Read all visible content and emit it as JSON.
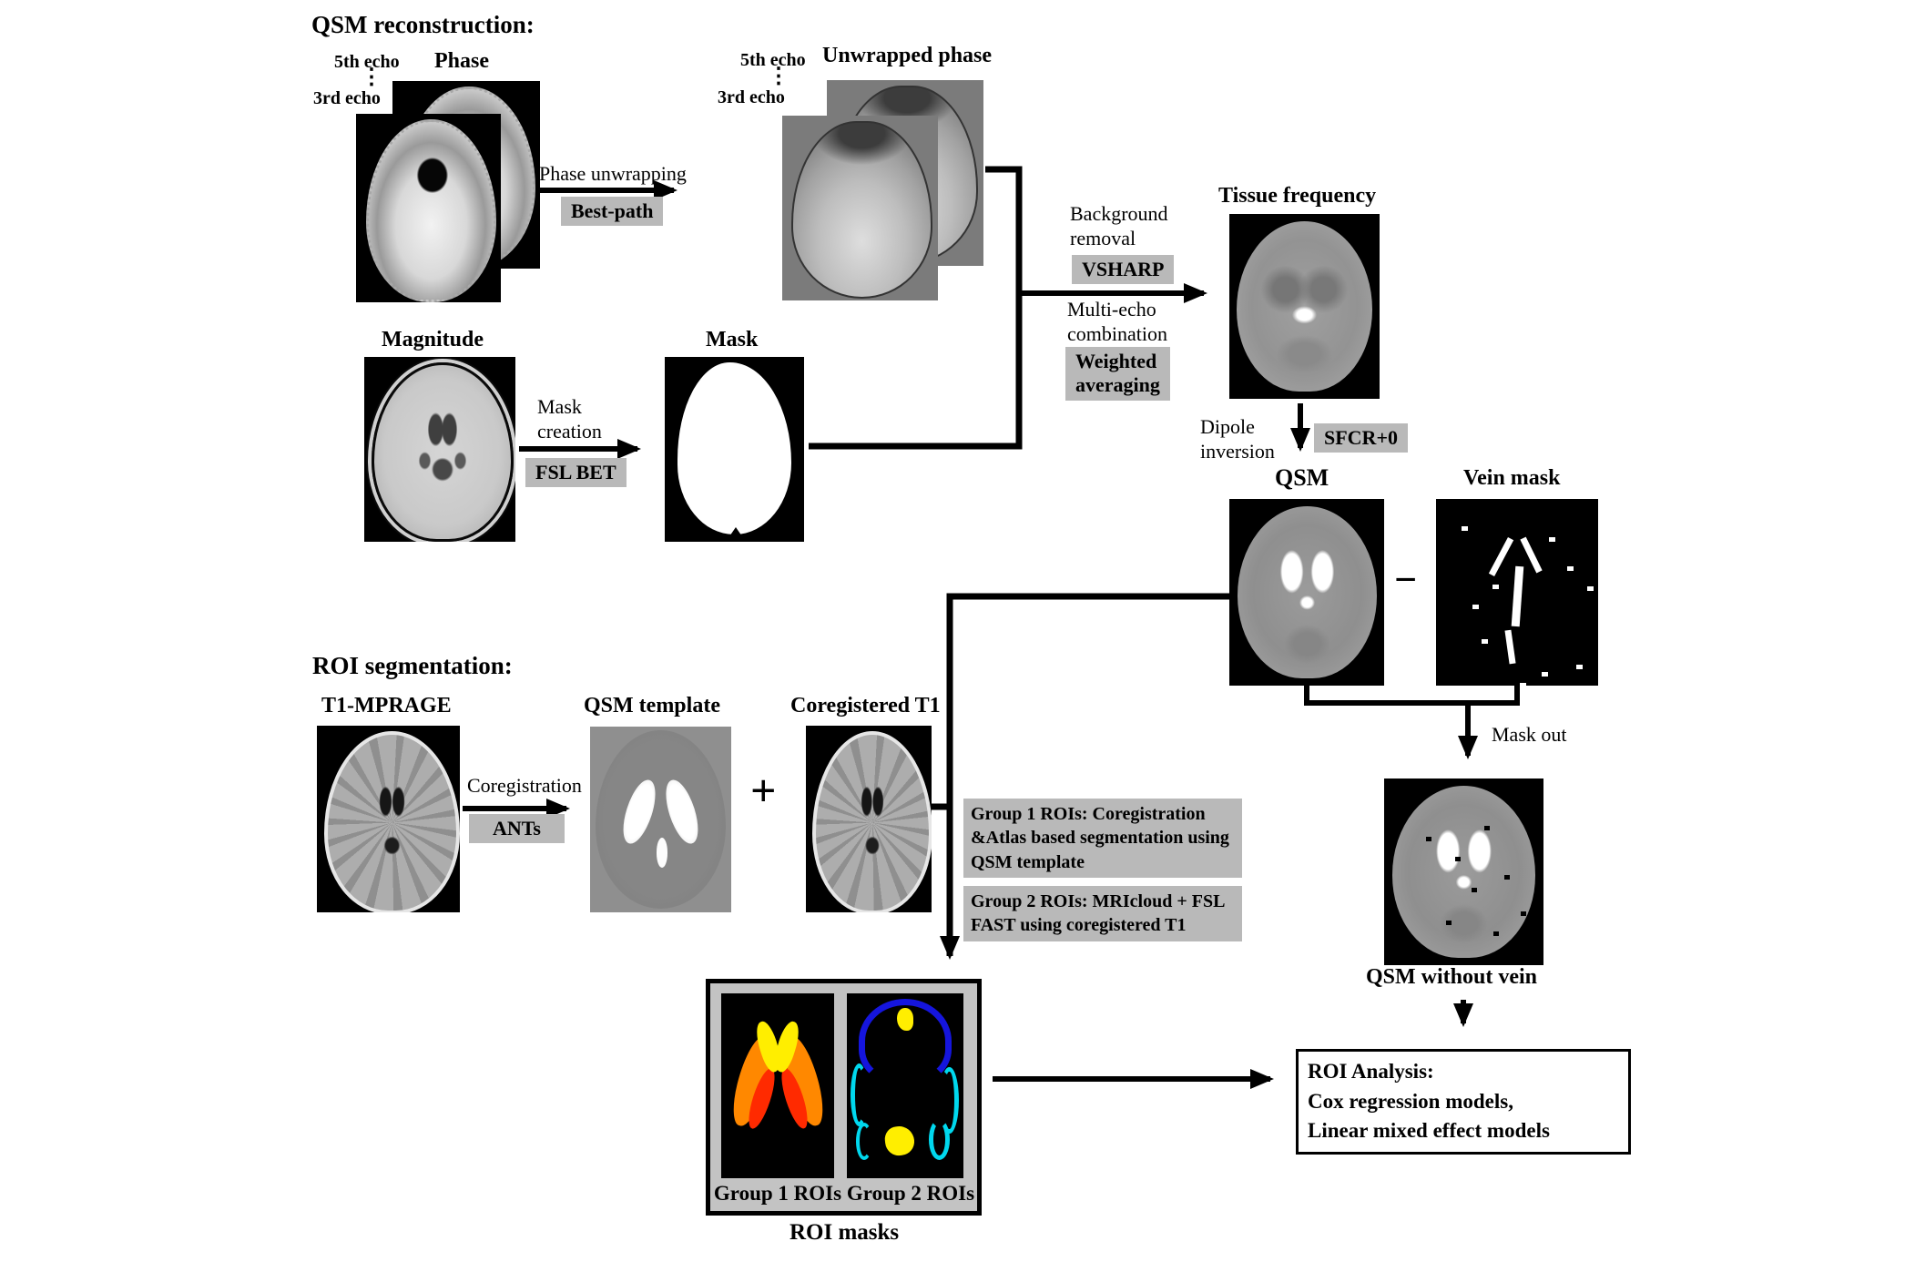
{
  "figure": {
    "s1_heading": "QSM reconstruction:",
    "s2_heading": "ROI segmentation:",
    "phase": {
      "title": "Phase",
      "echo_top": "5th echo",
      "echo_dots": "⋮",
      "echo_bottom": "3rd echo"
    },
    "unwrapped": {
      "title": "Unwrapped phase",
      "echo_top": "5th echo",
      "echo_dots": "⋮",
      "echo_bottom": "3rd echo"
    },
    "phase_unwrapping": {
      "label": "Phase unwrapping",
      "method": "Best-path"
    },
    "background_removal": {
      "line1": "Background",
      "line2": "removal",
      "method": "VSHARP"
    },
    "multi_echo": {
      "line1": "Multi-echo",
      "line2": "combination",
      "method_line1": "Weighted",
      "method_line2": "averaging"
    },
    "tissue_frequency": {
      "title": "Tissue frequency"
    },
    "magnitude": {
      "title": "Magnitude"
    },
    "mask_creation": {
      "line1": "Mask",
      "line2": "creation",
      "method": "FSL BET"
    },
    "mask": {
      "title": "Mask"
    },
    "dipole_inversion": {
      "line1": "Dipole",
      "line2": "inversion",
      "method": "SFCR+0"
    },
    "qsm": {
      "title": "QSM"
    },
    "minus_sign": "−",
    "vein_mask": {
      "title": "Vein mask"
    },
    "mask_out_label": "Mask out",
    "qsm_without_vein": {
      "title": "QSM without vein"
    },
    "t1_mprage": {
      "title": "T1-MPRAGE"
    },
    "coregistration": {
      "label": "Coregistration",
      "method": "ANTs"
    },
    "qsm_template": {
      "title": "QSM template"
    },
    "plus_sign": "+",
    "coregistered_t1": {
      "title": "Coregistered T1"
    },
    "group1_method": "Group 1 ROIs: Coregistration &Atlas based segmentation using QSM template",
    "group2_method": "Group 2 ROIs: MRIcloud + FSL FAST using coregistered T1",
    "roi_masks": {
      "group1_caption": "Group 1 ROIs",
      "group2_caption": "Group 2 ROIs",
      "caption": "ROI masks"
    },
    "roi_analysis": {
      "line1": "ROI Analysis:",
      "line2": "Cox regression models,",
      "line3": "Linear mixed effect models"
    },
    "colors": {
      "method_box_bg": "#b9b9b9",
      "panel_bg": "#c3c3c3",
      "roi_yellow": "#ffee00",
      "roi_orange": "#ff8800",
      "roi_red": "#ff2a00",
      "roi_blue": "#1515dd",
      "roi_cyan": "#00d8ee"
    }
  }
}
